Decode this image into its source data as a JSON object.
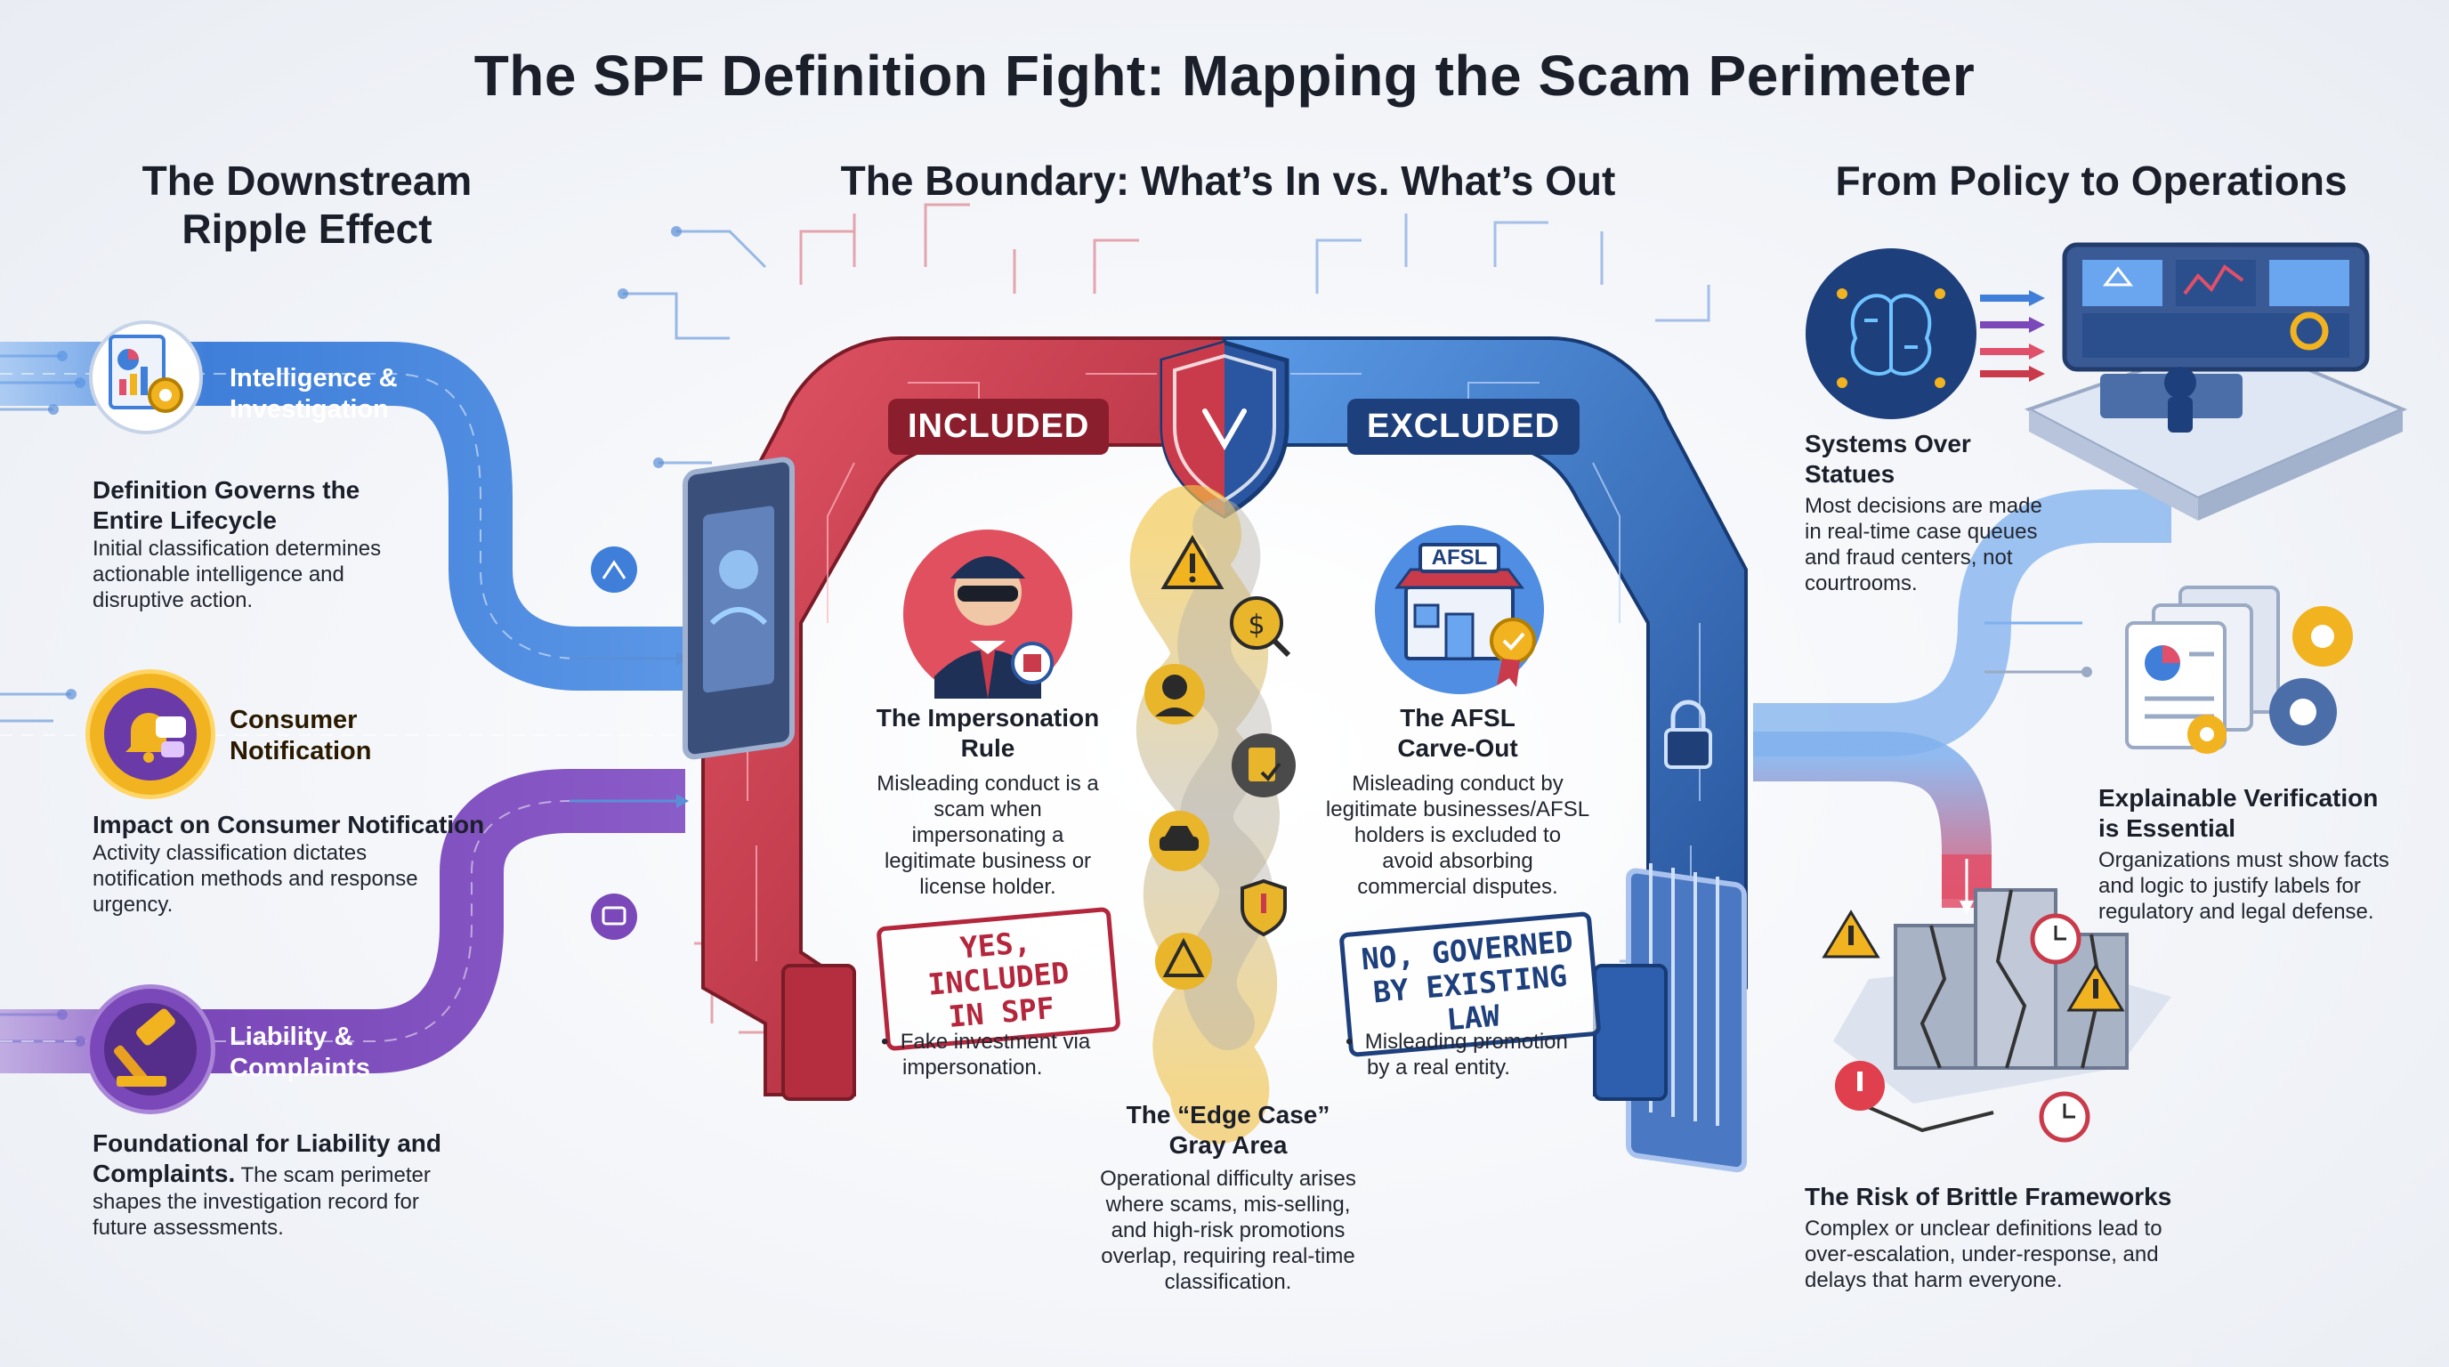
{
  "title": "The SPF Definition Fight: Mapping the Scam Perimeter",
  "left": {
    "heading_line1": "The Downstream",
    "heading_line2": "Ripple Effect",
    "bands": [
      {
        "label_line1": "Intelligence &",
        "label_line2": "Investigation"
      },
      {
        "label_line1": "Consumer",
        "label_line2": "Notification"
      },
      {
        "label_line1": "Liability &",
        "label_line2": "Complaints"
      }
    ],
    "blocks": [
      {
        "heading_line1": "Definition Governs the",
        "heading_line2": "Entire Lifecycle",
        "body": [
          "Initial classification determines",
          "actionable intelligence and",
          "disruptive action."
        ]
      },
      {
        "heading_line1": "Impact on Consumer Notification",
        "body": [
          "Activity classification dictates",
          "notification methods and response",
          "urgency."
        ]
      },
      {
        "heading_line1": "Foundational for Liability and",
        "heading_line2": "Complaints.",
        "heading_tail": " The scam perimeter",
        "body": [
          "shapes the investigation record for",
          "future assessments."
        ]
      }
    ]
  },
  "center": {
    "heading": "The Boundary: What’s In vs. What’s Out",
    "included_label": "INCLUDED",
    "excluded_label": "EXCLUDED",
    "impersonation": {
      "title_line1": "The Impersonation",
      "title_line2": "Rule",
      "body": [
        "Misleading conduct is a",
        "scam when",
        "impersonating a",
        "legitimate business or",
        "license holder."
      ],
      "stamp_line1": "YES, INCLUDED",
      "stamp_line2": "IN SPF",
      "bullet": [
        "Fake investment via",
        "impersonation."
      ]
    },
    "afsl": {
      "badge": "AFSL",
      "title_line1": "The AFSL",
      "title_line2": "Carve-Out",
      "body": [
        "Misleading conduct by",
        "legitimate businesses/AFSL",
        "holders is excluded to",
        "avoid absorbing",
        "commercial disputes."
      ],
      "stamp_line1": "NO, GOVERNED",
      "stamp_line2": "BY EXISTING LAW",
      "bullet": [
        "Misleading promotion",
        "by a real entity."
      ]
    },
    "gray": {
      "title_line1": "The “Edge Case”",
      "title_line2": "Gray Area",
      "body": [
        "Operational difficulty arises",
        "where scams, mis-selling,",
        "and high-risk promotions",
        "overlap, requiring real-time",
        "classification."
      ]
    }
  },
  "right": {
    "heading": "From Policy to Operations",
    "systems": {
      "title_line1": "Systems Over",
      "title_line2": "Statues",
      "body": [
        "Most decisions are made",
        "in real-time case queues",
        "and fraud centers, not",
        "courtrooms."
      ]
    },
    "explainable": {
      "title_line1": "Explainable Verification",
      "title_line2": "is Essential",
      "body": [
        "Organizations must show facts",
        "and logic to justify labels for",
        "regulatory and legal defense."
      ]
    },
    "brittle": {
      "title": "The Risk of Brittle Frameworks",
      "body": [
        "Complex or unclear definitions lead to",
        "over-escalation, under-response, and",
        "delays that harm everyone."
      ]
    }
  },
  "colors": {
    "blue": "#3f7fd9",
    "yellow": "#f2b320",
    "purple": "#7a48b8",
    "red": "#c93a4a",
    "navy": "#1d3f7c"
  }
}
